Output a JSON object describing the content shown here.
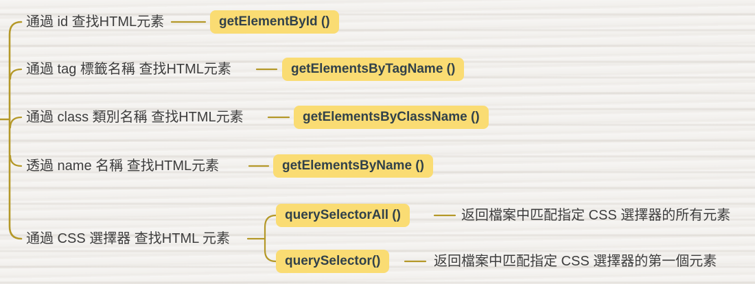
{
  "colors": {
    "background": "#F2F0ED",
    "connector_line": "#B49828",
    "highlight_box": "#FADC73",
    "method_text": "#31414A",
    "label_text": "#3D3D3D"
  },
  "branches": [
    {
      "label": "通過 id 查找HTML元素",
      "method": "getElementById ()"
    },
    {
      "label": "通過 tag 標籤名稱 查找HTML元素",
      "method": "getElementsByTagName ()"
    },
    {
      "label": "通過 class 類別名稱 查找HTML元素",
      "method": "getElementsByClassName ()"
    },
    {
      "label": "透過 name 名稱 查找HTML元素",
      "method": "getElementsByName ()"
    },
    {
      "label": "通過 CSS 選擇器 查找HTML 元素",
      "children": [
        {
          "method": "querySelectorAll ()",
          "description": "返回檔案中匹配指定 CSS 選擇器的所有元素"
        },
        {
          "method": "querySelector()",
          "description": "返回檔案中匹配指定 CSS 選擇器的第一個元素"
        }
      ]
    }
  ]
}
